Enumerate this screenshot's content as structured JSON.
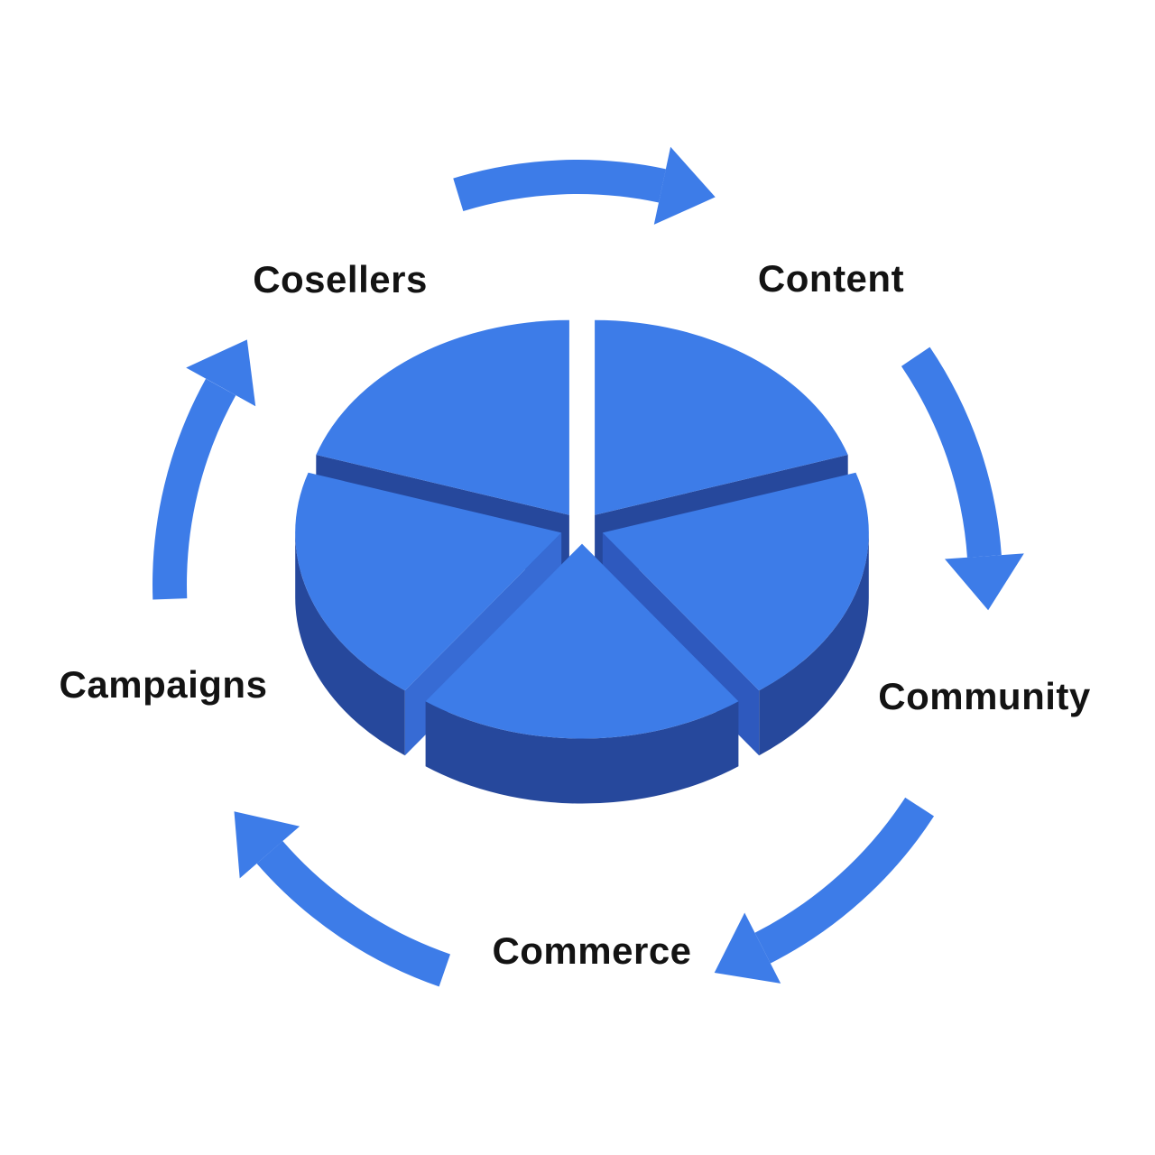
{
  "page": {
    "background": "#FFFFFF"
  },
  "diagram": {
    "kind": "circular-cycle-around-3d-pie",
    "flow_direction": "clockwise",
    "stages": [
      {
        "label": "Cosellers"
      },
      {
        "label": "Content"
      },
      {
        "label": "Community"
      },
      {
        "label": "Commerce"
      },
      {
        "label": "Campaigns"
      }
    ],
    "arrow_count": 5,
    "colors": {
      "slice_top": "#3D7CE8",
      "side_dark": "#26489C",
      "side_medium": "#2E59BE",
      "side_light": "#376BD4",
      "arrow": "#3D7CE8",
      "label_text": "#131313",
      "background": "#FFFFFF"
    }
  },
  "chart_data": {
    "type": "pie",
    "style": "3d exploded pie, 5 equal unlabeled slices, clockwise cycle arrows between outer labels",
    "categories": [
      "Cosellers",
      "Content",
      "Community",
      "Commerce",
      "Campaigns"
    ],
    "values": [
      20,
      20,
      20,
      20,
      20
    ],
    "title": "",
    "legend": "none",
    "data_labels": "none"
  }
}
